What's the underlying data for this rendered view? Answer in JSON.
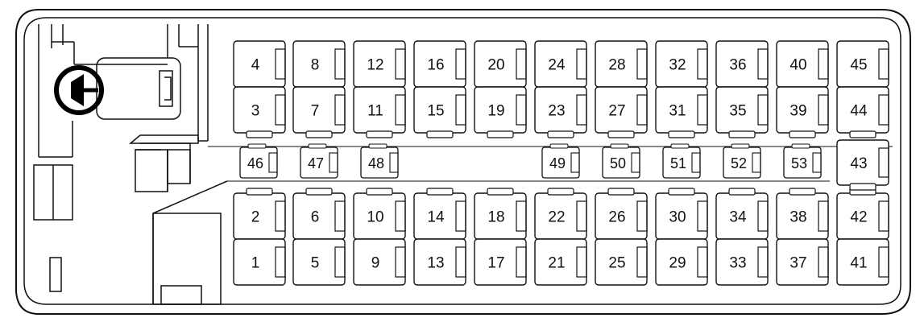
{
  "seat_map": {
    "row_upper_window": [
      "4",
      "8",
      "12",
      "16",
      "20",
      "24",
      "28",
      "32",
      "36",
      "40",
      "45"
    ],
    "row_upper_aisle": [
      "3",
      "7",
      "11",
      "15",
      "19",
      "23",
      "27",
      "31",
      "35",
      "39",
      "44"
    ],
    "row_lower_aisle": [
      "2",
      "6",
      "10",
      "14",
      "18",
      "22",
      "26",
      "30",
      "34",
      "38",
      "42"
    ],
    "row_lower_window": [
      "1",
      "5",
      "9",
      "13",
      "17",
      "21",
      "25",
      "29",
      "33",
      "37",
      "41"
    ],
    "aisle_jump_seats": [
      "46",
      "47",
      "48",
      "49",
      "50",
      "51",
      "52",
      "53"
    ],
    "rear_center_seat": "43"
  },
  "colors": {
    "line": "#111111",
    "fill": "#ffffff"
  },
  "icons": {
    "steering": "steering-wheel-icon"
  }
}
